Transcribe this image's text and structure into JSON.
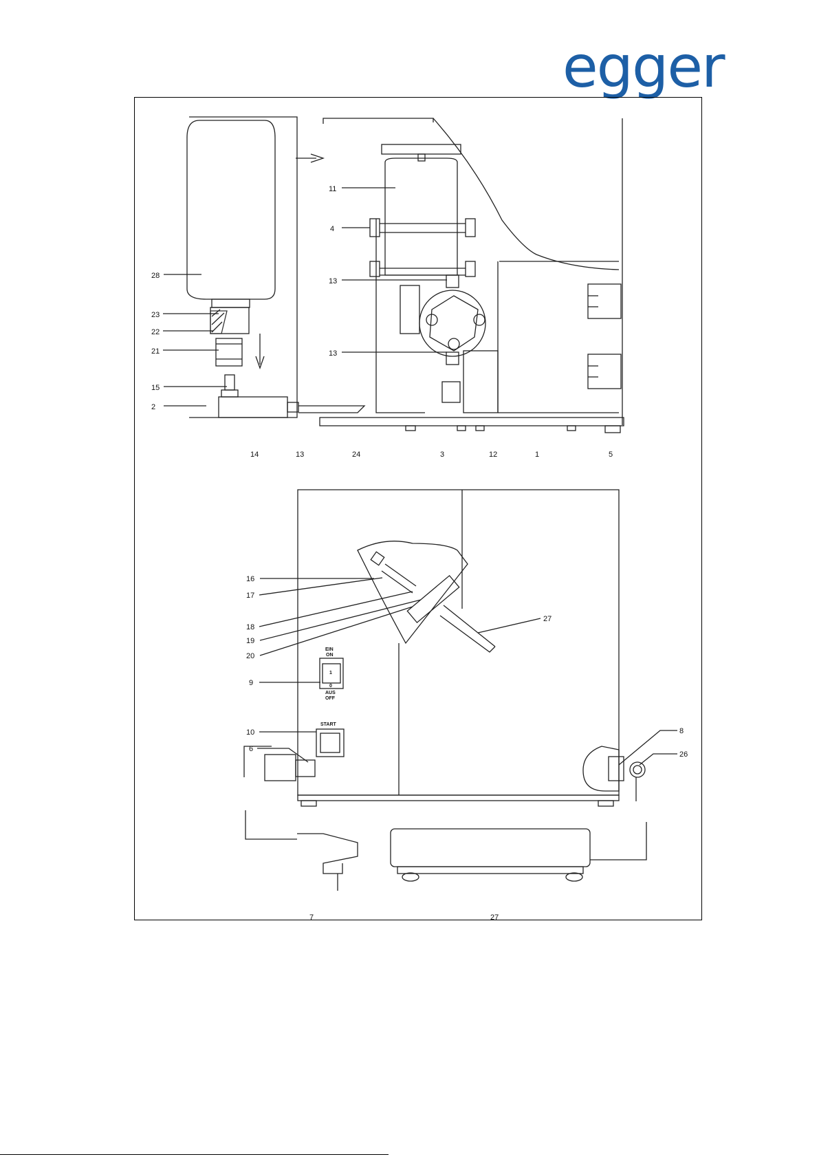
{
  "brand": {
    "logo_text": "egger",
    "color": "#1d5fa6"
  },
  "switch_labels": {
    "on_de": "EIN",
    "on_en": "ON",
    "one": "1",
    "zero": "0",
    "off_de": "AUS",
    "off_en": "OFF",
    "start": "START"
  },
  "callouts_top": {
    "c11": "11",
    "c4": "4",
    "c13a": "13",
    "c13b": "13",
    "c28": "28",
    "c23": "23",
    "c22": "22",
    "c21": "21",
    "c15": "15",
    "c2": "2",
    "c14": "14",
    "c13c": "13",
    "c24": "24",
    "c3": "3",
    "c12": "12",
    "c1": "1",
    "c5": "5"
  },
  "callouts_bottom": {
    "c16": "16",
    "c17": "17",
    "c18": "18",
    "c19": "19",
    "c20": "20",
    "c27a": "27",
    "c9": "9",
    "c10": "10",
    "c6": "6",
    "c8": "8",
    "c26": "26",
    "c7": "7",
    "c27b": "27"
  }
}
